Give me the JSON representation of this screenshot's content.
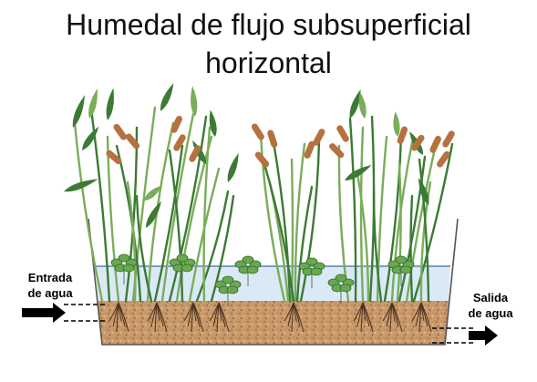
{
  "title": {
    "line1": "Humedal de flujo subsuperficial",
    "line2": "horizontal"
  },
  "labels": {
    "inlet_line1": "Entrada",
    "inlet_line2": "de agua",
    "outlet_line1": "Salida",
    "outlet_line2": "de agua"
  },
  "colors": {
    "water": "#dbe9f7",
    "gravel": "#c99a6b",
    "leaf_dark": "#3c7a35",
    "leaf_light": "#79ad5a",
    "cattail": "#b5713f",
    "arrow": "#000000"
  }
}
